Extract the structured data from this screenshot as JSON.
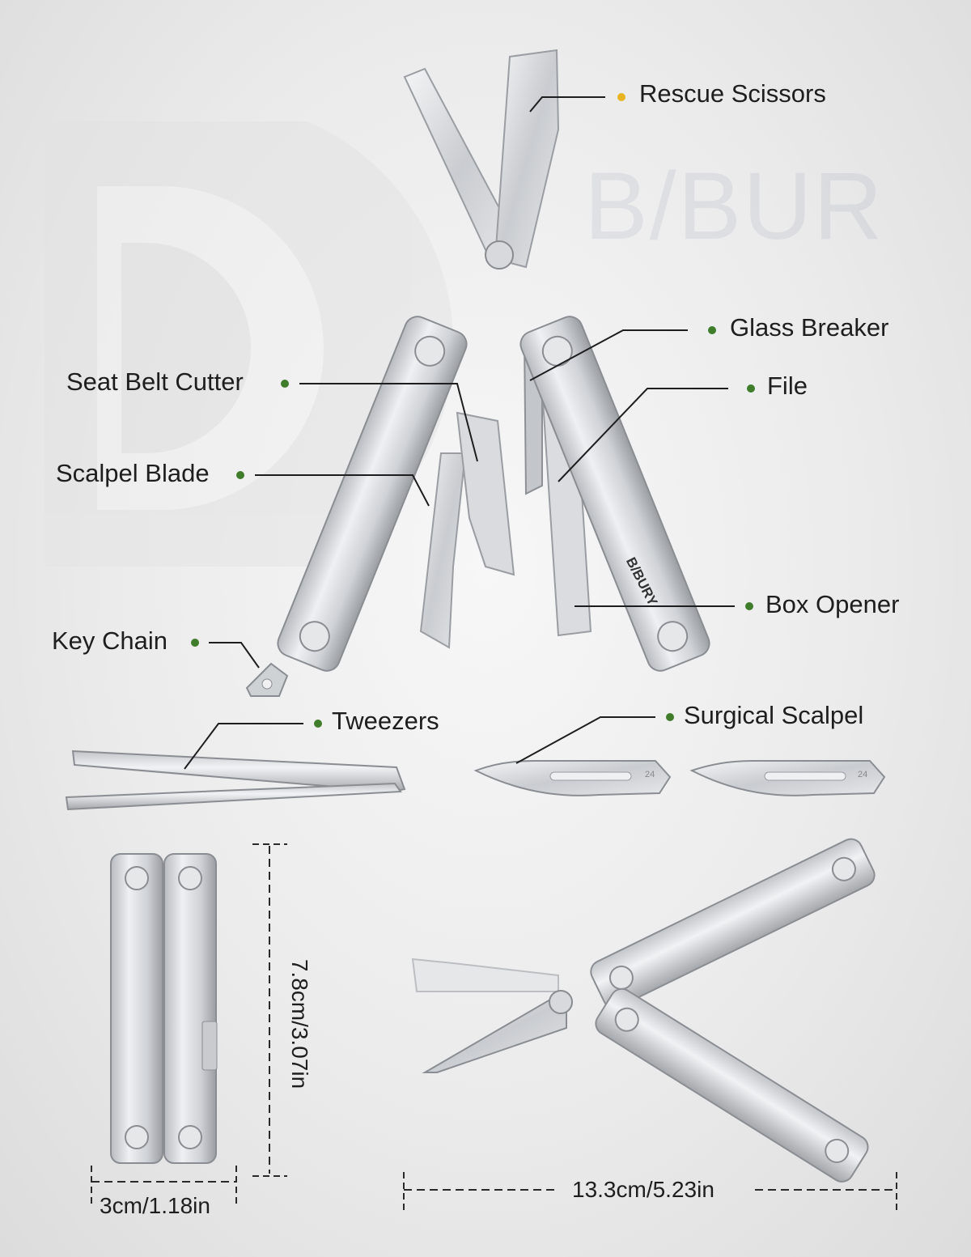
{
  "brand": {
    "watermark_text": "B/BUR",
    "logo_text": "B/BURY"
  },
  "colors": {
    "background": "#ececec",
    "bullet_green": "#3f7d2a",
    "bullet_yellow": "#e8b422",
    "steel_light": "#e9eaec",
    "steel_dark": "#8d9096"
  },
  "labels": {
    "rescue_scissors": "Rescue Scissors",
    "glass_breaker": "Glass Breaker",
    "seat_belt_cutter": "Seat Belt Cutter",
    "file": "File",
    "scalpel_blade": "Scalpel Blade",
    "box_opener": "Box Opener",
    "key_chain": "Key Chain",
    "tweezers": "Tweezers",
    "surgical_scalpel": "Surgical Scalpel"
  },
  "dimensions": {
    "folded_height": "7.8cm/3.07in",
    "folded_width": "3cm/1.18in",
    "open_length": "13.3cm/5.23in"
  },
  "blade_marks": {
    "left": "24",
    "right": "24"
  }
}
